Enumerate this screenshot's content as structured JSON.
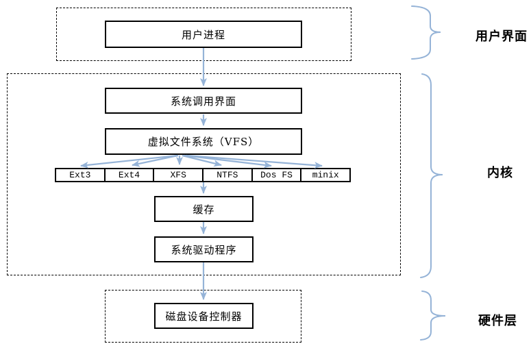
{
  "diagram": {
    "kind": "linux-file-system-architecture",
    "nodes": {
      "user_process": "用户进程",
      "syscall_interface": "系统调用界面",
      "vfs": "虚拟文件系统（VFS）",
      "filesystems": [
        "Ext3",
        "Ext4",
        "XFS",
        "NTFS",
        "Dos FS",
        "minix"
      ],
      "cache": "缓存",
      "driver": "系统驱动程序",
      "disk_controller": "磁盘设备控制器"
    },
    "side_labels": {
      "user_interface": "用户界面",
      "kernel": "内核",
      "hardware_layer": "硬件层"
    },
    "colors": {
      "arrow": "#95b3d7",
      "brace": "#95b3d7",
      "box_border": "#000000",
      "box_fill": "#ffffff",
      "region_border": "#000000",
      "text": "#000000",
      "background": "#ffffff"
    }
  }
}
